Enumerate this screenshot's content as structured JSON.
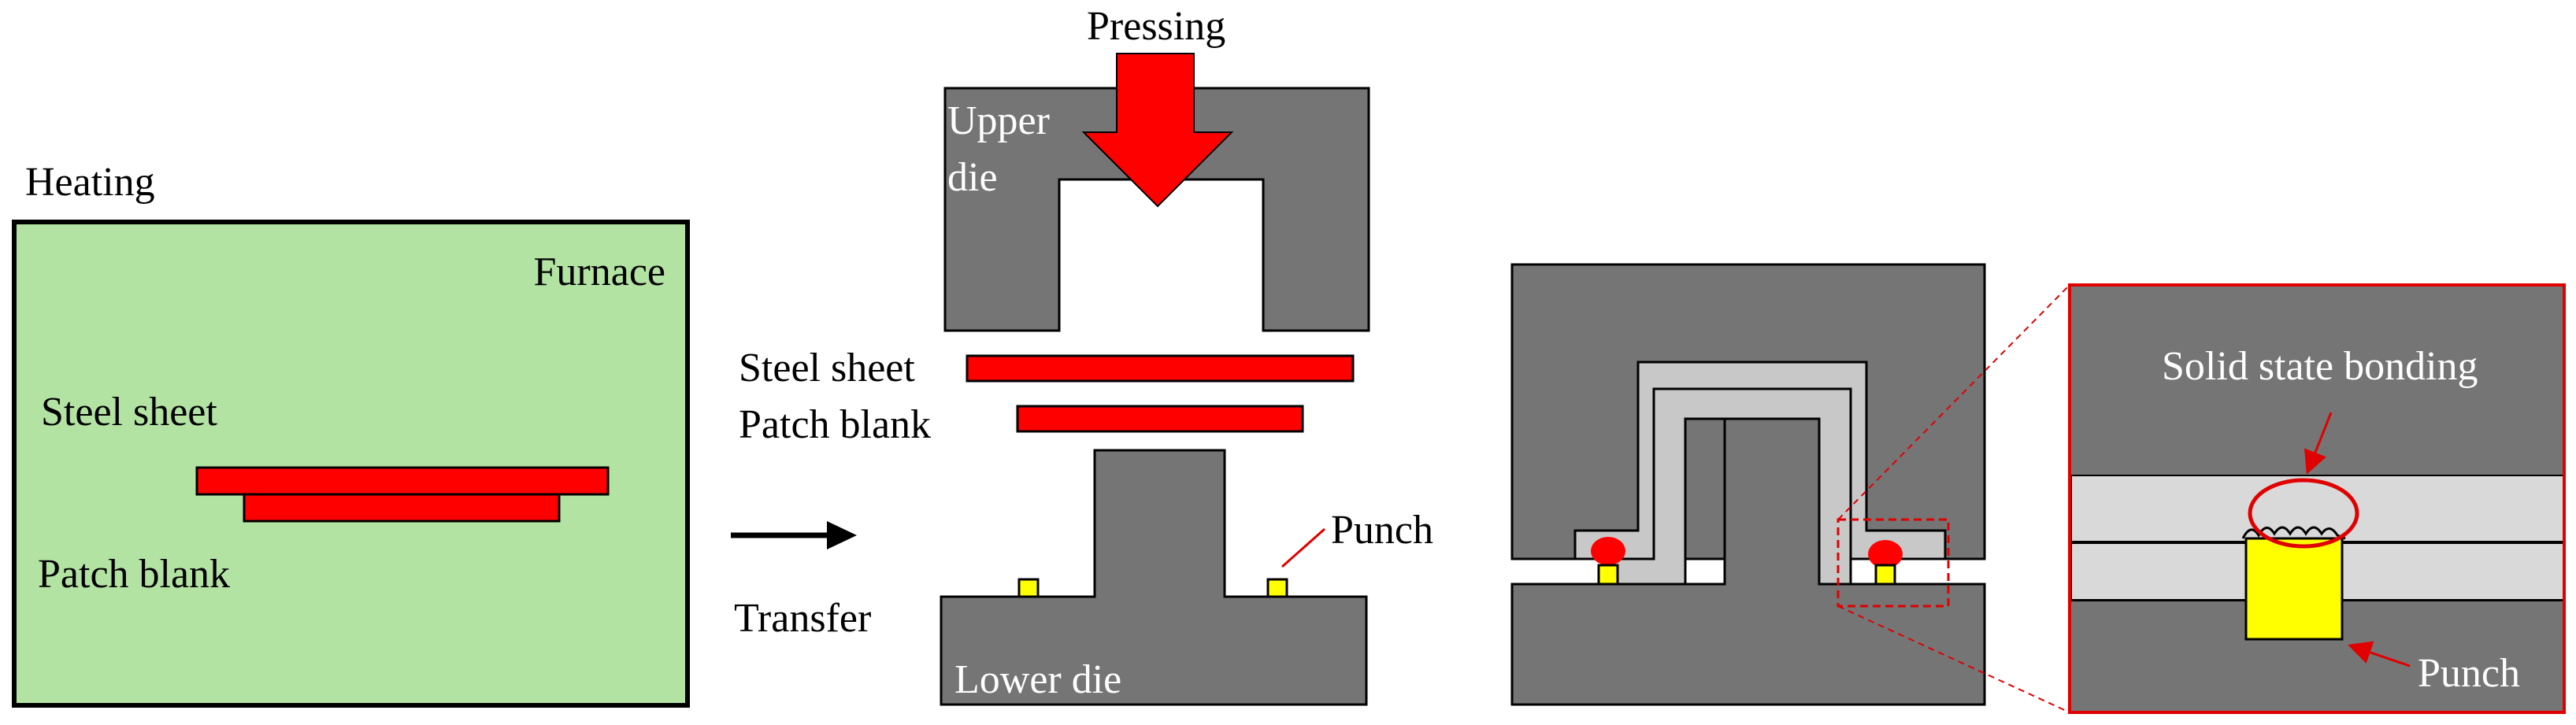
{
  "labels": {
    "heating": "Heating",
    "furnace": "Furnace",
    "steel_sheet_1": "Steel sheet",
    "patch_blank_1": "Patch blank",
    "transfer": "Transfer",
    "pressing": "Pressing",
    "upper_die": "Upper",
    "upper_die_2": "die",
    "steel_sheet_2": "Steel sheet",
    "patch_blank_2": "Patch blank",
    "punch_1": "Punch",
    "lower_die": "Lower die",
    "solid_state_bonding": "Solid state bonding",
    "punch_2": "Punch"
  },
  "colors": {
    "furnace_fill": "#b3e3a3",
    "die_gray": "#757575",
    "blank_red": "#ff0000",
    "punch_yellow": "#ffff00",
    "formed_sheet": "#c8c8c8",
    "callout_red": "#e00000"
  }
}
